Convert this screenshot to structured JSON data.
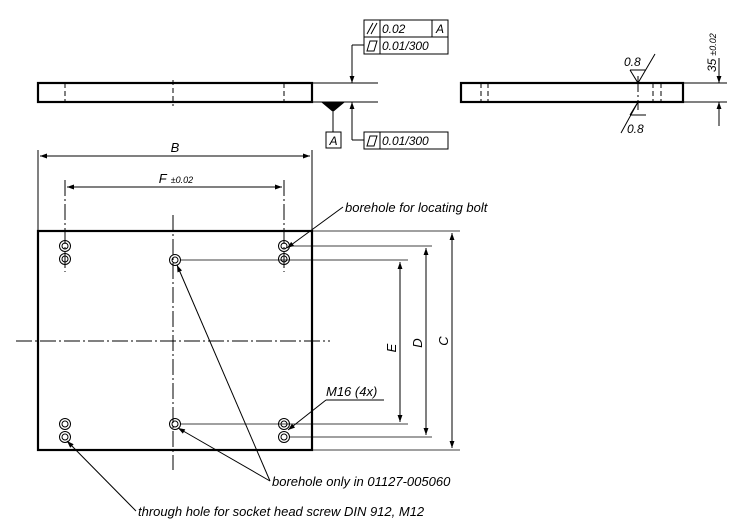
{
  "tolerances": {
    "parallelism_symbol": "//",
    "parallelism_value": "0.02",
    "parallelism_datum": "A",
    "flatness_symbol": "▱",
    "flatness_value_top": "0.01/300",
    "flatness_value_bottom": "0.01/300",
    "datum_letter": "A"
  },
  "surface_finish": {
    "top": "0.8",
    "bottom": "0.8"
  },
  "dimensions": {
    "B": "B",
    "F": "F",
    "F_tol": "±0.02",
    "C": "C",
    "D": "D",
    "E": "E",
    "thickness": "35",
    "thickness_tol": "±0.02"
  },
  "callouts": {
    "locating_bolt": "borehole for locating bolt",
    "thread": "M16 (4x)",
    "borehole_only": "borehole only in 01127-005060",
    "through_hole": "through hole for socket head screw DIN 912, M12"
  }
}
